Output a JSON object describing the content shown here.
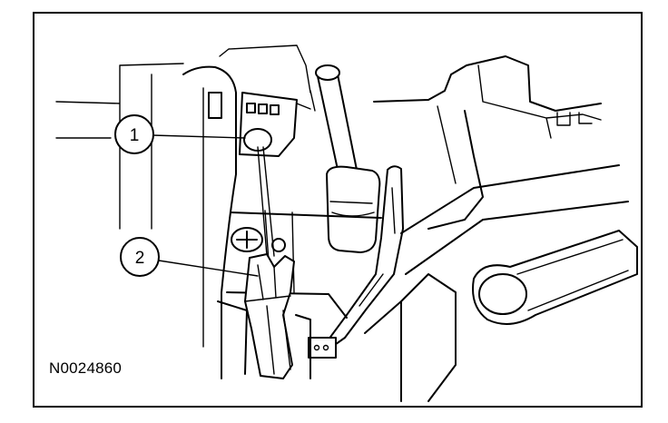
{
  "figure": {
    "figure_id": "N0024860",
    "callouts": [
      {
        "number": "1"
      },
      {
        "number": "2"
      }
    ]
  }
}
